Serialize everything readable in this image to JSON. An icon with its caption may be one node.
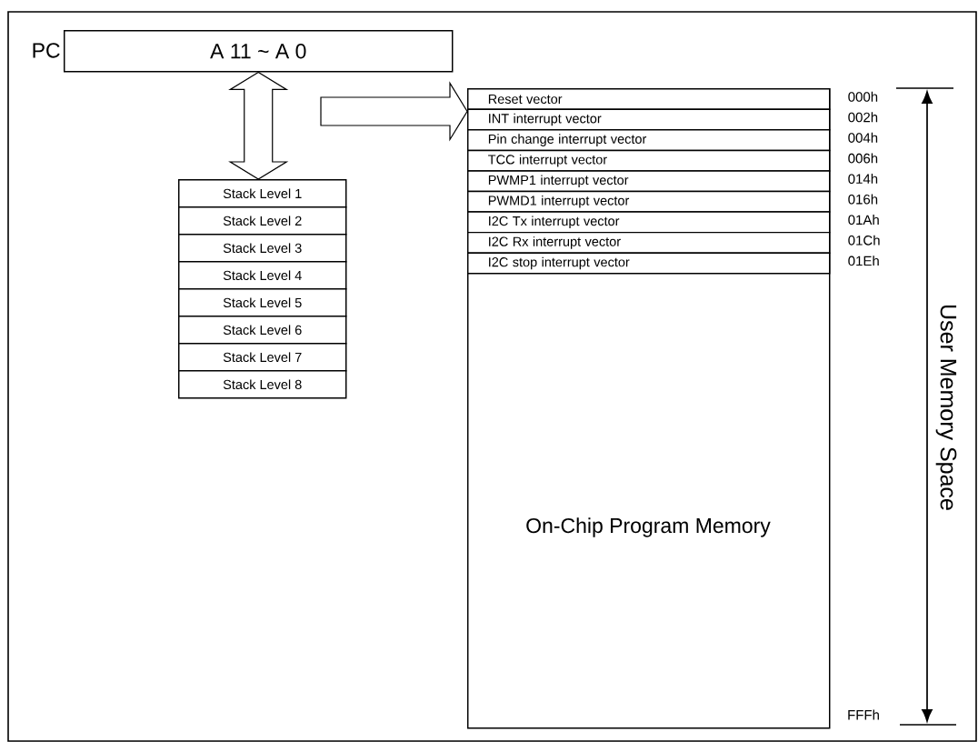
{
  "diagram": {
    "nodes": [
      {
        "text": [
          "A 11 ~ A 0"
        ],
        "beside": [
          "PC"
        ]
      },
      {
        "text": [
          "Stack Level 1"
        ]
      },
      {
        "text": [
          "Stack Level 2"
        ]
      },
      {
        "text": [
          "Stack Level 3"
        ]
      },
      {
        "text": [
          "Stack Level 4"
        ]
      },
      {
        "text": [
          "Stack Level 5"
        ]
      },
      {
        "text": [
          "Stack Level 6"
        ]
      },
      {
        "text": [
          "Stack Level 7"
        ]
      },
      {
        "text": [
          "Stack Level 8"
        ]
      },
      {
        "text": [
          "On-Chip Program Memory"
        ]
      },
      {
        "text": [
          "Reset vector"
        ],
        "in": 9,
        "beside": [
          "000h"
        ]
      },
      {
        "text": [
          "INT interrupt vector"
        ],
        "in": 9,
        "beside": [
          "002h"
        ]
      },
      {
        "text": [
          "Pin change interrupt vector"
        ],
        "in": 9,
        "beside": [
          "004h"
        ]
      },
      {
        "text": [
          "TCC interrupt vector"
        ],
        "in": 9,
        "beside": [
          "006h"
        ]
      },
      {
        "text": [
          "PWMP1 interrupt vector"
        ],
        "in": 9,
        "beside": [
          "014h"
        ]
      },
      {
        "text": [
          "PWMD1 interrupt vector"
        ],
        "in": 9,
        "beside": [
          "016h"
        ]
      },
      {
        "text": [
          "I2C Tx interrupt vector"
        ],
        "in": 9,
        "beside": [
          "01Ah"
        ]
      },
      {
        "text": [
          "I2C Rx interrupt vector"
        ],
        "in": 9,
        "beside": [
          "01Ch"
        ]
      },
      {
        "text": [
          "I2C stop interrupt vector"
        ],
        "in": 9,
        "beside": [
          "01Eh"
        ]
      }
    ],
    "edges": [
      {
        "from": 0,
        "to": 1,
        "arrow": "both"
      },
      {
        "from": null,
        "to": 9,
        "arrow": "to"
      }
    ],
    "labels": [
      "User Memory Space",
      "FFFh"
    ]
  }
}
